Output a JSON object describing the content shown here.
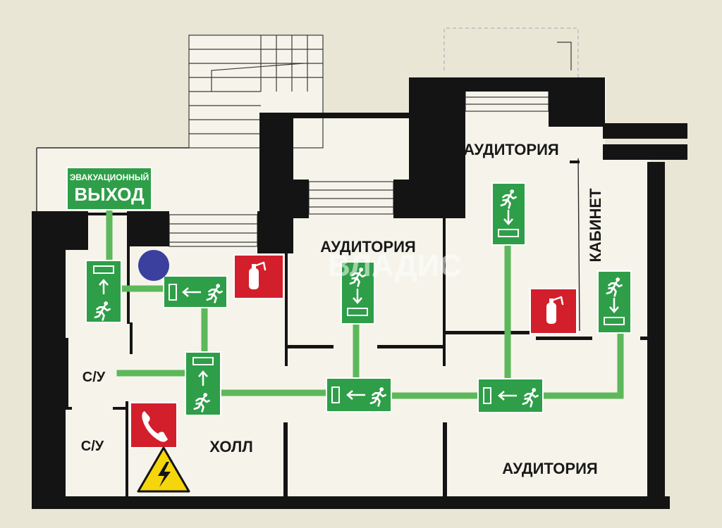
{
  "exit_sign": {
    "line1": "ЭВАКУАЦИОННЫЙ",
    "line2": "ВЫХОД"
  },
  "rooms": {
    "auditorium_top_right": "АУДИТОРИЯ",
    "auditorium_middle": "АУДИТОРИЯ",
    "auditorium_bottom_right": "АУДИТОРИЯ",
    "cabinet": "КАБИНЕТ",
    "wc_upper": "С/У",
    "wc_lower": "С/У",
    "hall": "ХОЛЛ"
  },
  "watermark": "ВЛАДИС",
  "colors": {
    "background": "#e9e6d6",
    "floor": "#f6f4ea",
    "wall": "#141414",
    "route": "#5cb85a",
    "sign_green": "#2e9e48",
    "sign_red": "#d21f2b",
    "warning_yellow": "#f5d60a",
    "you_are_here": "#3b3f9e"
  },
  "icons": [
    "exit-sign",
    "fire-extinguisher-icon",
    "phone-icon",
    "high-voltage-icon",
    "you-are-here-marker",
    "running-man-icon",
    "arrow-icon"
  ]
}
